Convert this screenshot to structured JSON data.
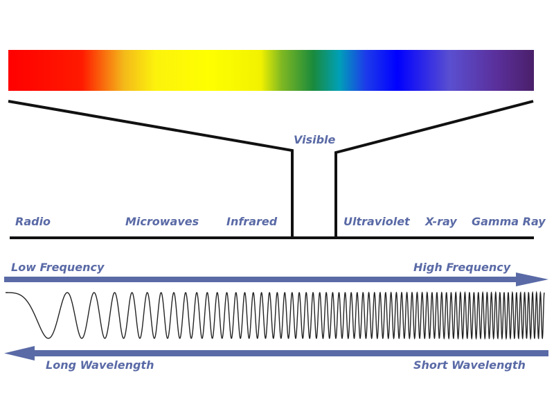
{
  "labels": {
    "visible": "Visible",
    "radio": "Radio",
    "microwaves": "Microwaves",
    "infrared": "Infrared",
    "ultraviolet": "Ultraviolet",
    "xray": "X-ray",
    "gamma": "Gamma Ray",
    "low_frequency": "Low Frequency",
    "high_frequency": "High Frequency",
    "long_wavelength": "Long Wavelength",
    "short_wavelength": "Short Wavelength"
  },
  "colors": {
    "label_text": "#5a6aa6",
    "arrow": "#5a6aa6",
    "outline": "#111111",
    "spectrum": [
      "#ff0000",
      "#ff1a00",
      "#f4b91a",
      "#fcf20c",
      "#ffff00",
      "#f2f200",
      "#7fb822",
      "#1a8a3c",
      "#00a0b8",
      "#1d3bea",
      "#0000ff",
      "#5a4fd0",
      "#5a2f9a",
      "#4a1f6a"
    ]
  },
  "wave": {
    "cycles": 70,
    "chirp": "frequency increases left to right"
  }
}
